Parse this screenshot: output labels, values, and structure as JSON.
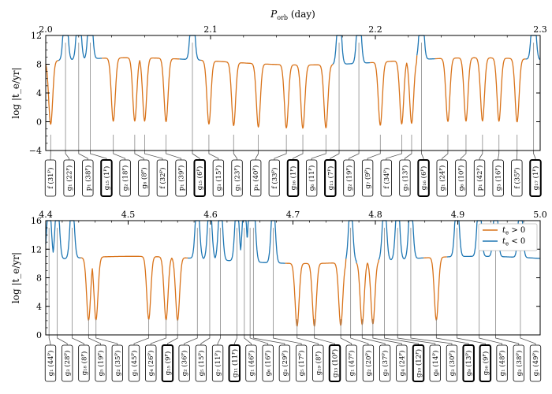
{
  "chart_data": [
    {
      "type": "line",
      "id": "top",
      "xlabel": "P_orb (day)",
      "xlabel_main": "P",
      "xlabel_sub": "orb",
      "xlabel_tail": " (day)",
      "ylabel": "log |t_e/yr|",
      "xlim": [
        2.0,
        2.3
      ],
      "ylim": [
        -4,
        12
      ],
      "xticks": [
        2.0,
        2.1,
        2.2,
        2.3
      ],
      "xtick_labels": [
        "2.0",
        "2.1",
        "2.2",
        "2.3"
      ],
      "yticks": [
        -4,
        0,
        4,
        8,
        12
      ],
      "ytick_labels": [
        "−4",
        "0",
        "4",
        "8",
        "12"
      ],
      "series_colors": {
        "positive": "#d9731a",
        "negative": "#1f77b4"
      },
      "resonances": [
        {
          "x": 2.003,
          "label": "f (31ᴾ)",
          "sign": "pos",
          "bold": false
        },
        {
          "x": 2.012,
          "label": "g₁ (22ᴾ)",
          "sign": "neg",
          "bold": false
        },
        {
          "x": 2.02,
          "label": "p₁ (38ᴾ)",
          "sign": "neg",
          "bold": false
        },
        {
          "x": 2.027,
          "label": "g₁₅ (1ᴾ)",
          "sign": "neg",
          "bold": true
        },
        {
          "x": 2.041,
          "label": "g₂ (18ᴾ)",
          "sign": "pos",
          "bold": false
        },
        {
          "x": 2.054,
          "label": "g₈ (8ᴾ)",
          "sign": "pos",
          "bold": false
        },
        {
          "x": 2.06,
          "label": "f (32ᴾ)",
          "sign": "pos",
          "bold": false
        },
        {
          "x": 2.073,
          "label": "p₁ (39ᴾ)",
          "sign": "pos",
          "bold": false
        },
        {
          "x": 2.089,
          "label": "g₁₅ (6ᴾ)",
          "sign": "neg",
          "bold": true
        },
        {
          "x": 2.099,
          "label": "g₃ (15ᴾ)",
          "sign": "pos",
          "bold": false
        },
        {
          "x": 2.114,
          "label": "g₁ (23ᴾ)",
          "sign": "pos",
          "bold": false
        },
        {
          "x": 2.129,
          "label": "p₁ (40ᴾ)",
          "sign": "pos",
          "bold": false
        },
        {
          "x": 2.146,
          "label": "f (33ᴾ)",
          "sign": "pos",
          "bold": false
        },
        {
          "x": 2.156,
          "label": "g₁₆ (1ᴾ)",
          "sign": "pos",
          "bold": true
        },
        {
          "x": 2.17,
          "label": "g₆ (11ᴾ)",
          "sign": "pos",
          "bold": false
        },
        {
          "x": 2.178,
          "label": "g₁₁ (7ᴾ)",
          "sign": "neg",
          "bold": true
        },
        {
          "x": 2.19,
          "label": "g₂ (19ᴾ)",
          "sign": "neg",
          "bold": false
        },
        {
          "x": 2.203,
          "label": "g₇ (9ᴾ)",
          "sign": "pos",
          "bold": false
        },
        {
          "x": 2.216,
          "label": "f (34ᴾ)",
          "sign": "pos",
          "bold": false
        },
        {
          "x": 2.222,
          "label": "g₃ (13ᴾ)",
          "sign": "pos",
          "bold": false
        },
        {
          "x": 2.228,
          "label": "g₁₆ (6ᴾ)",
          "sign": "neg",
          "bold": true
        },
        {
          "x": 2.244,
          "label": "g₁ (24ᴾ)",
          "sign": "pos",
          "bold": false
        },
        {
          "x": 2.255,
          "label": "g₆ (10ᴾ)",
          "sign": "pos",
          "bold": false
        },
        {
          "x": 2.265,
          "label": "p₁ (42ᴾ)",
          "sign": "pos",
          "bold": false
        },
        {
          "x": 2.275,
          "label": "g₃ (16ᴾ)",
          "sign": "pos",
          "bold": false
        },
        {
          "x": 2.286,
          "label": "f (35ᴾ)",
          "sign": "pos",
          "bold": false
        },
        {
          "x": 2.296,
          "label": "g₁₇ (1ᴾ)",
          "sign": "neg",
          "bold": true
        }
      ]
    },
    {
      "type": "line",
      "id": "bottom",
      "ylabel": "log |t_e/yr|",
      "xlim": [
        4.4,
        5.0
      ],
      "ylim": [
        0,
        16
      ],
      "xticks": [
        4.4,
        4.5,
        4.6,
        4.7,
        4.8,
        4.9,
        5.0
      ],
      "xtick_labels": [
        "4.4",
        "4.5",
        "4.6",
        "4.7",
        "4.8",
        "4.9",
        "5.0"
      ],
      "yticks": [
        0,
        4,
        8,
        12,
        16
      ],
      "ytick_labels": [
        "0",
        "4",
        "8",
        "12",
        "16"
      ],
      "legend": {
        "placement": "top-right",
        "entries": [
          {
            "text": "t_e > 0",
            "main": "t",
            "sub": "e",
            "rest": " > 0",
            "color": "#d9731a"
          },
          {
            "text": "t_e < 0",
            "main": "t",
            "sub": "e",
            "rest": " < 0",
            "color": "#1f77b4"
          }
        ]
      },
      "resonances": [
        {
          "x": 4.404,
          "label": "g₁ (44ᴾ)",
          "sign": "neg",
          "bold": false
        },
        {
          "x": 4.414,
          "label": "g₃ (28ᴾ)",
          "sign": "neg",
          "bold": false
        },
        {
          "x": 4.432,
          "label": "g₁₈ (8ᴾ)",
          "sign": "neg",
          "bold": false
        },
        {
          "x": 4.452,
          "label": "g₅ (19ᴾ)",
          "sign": "pos",
          "bold": false
        },
        {
          "x": 4.461,
          "label": "g₂ (35ᴾ)",
          "sign": "pos",
          "bold": false
        },
        {
          "x": 4.525,
          "label": "g₁ (45ᴾ)",
          "sign": "pos",
          "bold": false
        },
        {
          "x": 4.546,
          "label": "g₄ (26ᴾ)",
          "sign": "pos",
          "bold": false
        },
        {
          "x": 4.56,
          "label": "g₁₅ (9ᴾ)",
          "sign": "pos",
          "bold": true
        },
        {
          "x": 4.584,
          "label": "g₂ (36ᴾ)",
          "sign": "neg",
          "bold": false
        },
        {
          "x": 4.599,
          "label": "g₅ (15ᴾ)",
          "sign": "neg",
          "bold": false
        },
        {
          "x": 4.612,
          "label": "g₇ (11ᴾ)",
          "sign": "neg",
          "bold": false
        },
        {
          "x": 4.632,
          "label": "g₁₁ (11ᴾ)",
          "sign": "neg",
          "bold": true
        },
        {
          "x": 4.641,
          "label": "g₁ (46ᴾ)",
          "sign": "neg",
          "bold": false
        },
        {
          "x": 4.648,
          "label": "g₆ (16ᴾ)",
          "sign": "neg",
          "bold": false
        },
        {
          "x": 4.652,
          "label": "g₂ (29ᴾ)",
          "sign": "neg",
          "bold": false
        },
        {
          "x": 4.676,
          "label": "g₅ (17ᴾ)",
          "sign": "neg",
          "bold": false
        },
        {
          "x": 4.705,
          "label": "g₁₉ (8ᴾ)",
          "sign": "pos",
          "bold": false
        },
        {
          "x": 4.726,
          "label": "g₁₃ (10ᴾ)",
          "sign": "pos",
          "bold": true
        },
        {
          "x": 4.758,
          "label": "g₁ (47ᴾ)",
          "sign": "pos",
          "bold": false
        },
        {
          "x": 4.77,
          "label": "g₂ (20ᴾ)",
          "sign": "neg",
          "bold": false
        },
        {
          "x": 4.784,
          "label": "g₂ (37ᴾ)",
          "sign": "pos",
          "bold": false
        },
        {
          "x": 4.797,
          "label": "g₄ (24ᴾ)",
          "sign": "pos",
          "bold": false
        },
        {
          "x": 4.811,
          "label": "g₁₀ (12ᴾ)",
          "sign": "neg",
          "bold": true
        },
        {
          "x": 4.827,
          "label": "g₈ (14ᴾ)",
          "sign": "neg",
          "bold": false
        },
        {
          "x": 4.843,
          "label": "g₃ (30ᴾ)",
          "sign": "neg",
          "bold": false
        },
        {
          "x": 4.874,
          "label": "g₉ (13ᴾ)",
          "sign": "pos",
          "bold": true
        },
        {
          "x": 4.899,
          "label": "g₁₆ (9ᴾ)",
          "sign": "neg",
          "bold": true
        },
        {
          "x": 4.926,
          "label": "g₁ (48ᴾ)",
          "sign": "neg",
          "bold": false
        },
        {
          "x": 4.946,
          "label": "g₂ (38ᴾ)",
          "sign": "neg",
          "bold": false
        },
        {
          "x": 4.976,
          "label": "g₁ (49ᴾ)",
          "sign": "neg",
          "bold": false
        }
      ]
    }
  ]
}
